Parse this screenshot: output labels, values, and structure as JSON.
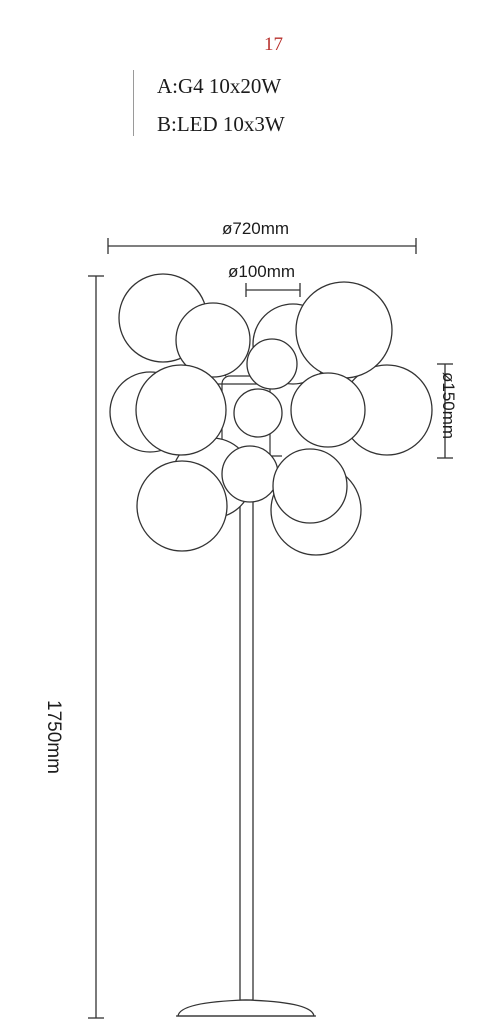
{
  "model_number": "17",
  "specs": [
    "A:G4 10x20W",
    "B:LED 10x3W"
  ],
  "dimensions": {
    "overall_diameter": "ø720mm",
    "small_sphere_diameter": "ø100mm",
    "large_sphere_diameter": "ø150mm",
    "height": "1750mm"
  },
  "colors": {
    "line": "#333333",
    "model_number": "#b8322e"
  }
}
